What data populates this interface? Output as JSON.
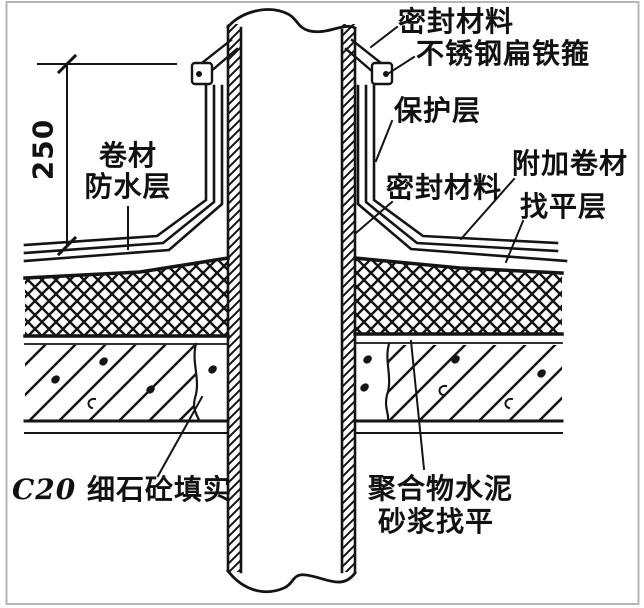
{
  "diagram": {
    "labels": {
      "seal_top": "密封材料",
      "steel_hoop": "不锈钢扁铁箍",
      "protective_layer": "保护层",
      "membrane_line1": "卷材",
      "membrane_line2": "防水层",
      "seal_mid": "密封材料",
      "additional_membrane": "附加卷材",
      "leveling_layer": "找平层",
      "c20_code": "C20",
      "c20_text": "细石砼填实",
      "polymer_line1": "聚合物水泥",
      "polymer_line2": "砂浆找平"
    },
    "dimension": {
      "value": "250"
    },
    "colors": {
      "ink": "#141414",
      "background": "#ffffff",
      "frame": "#b5b5b5"
    }
  }
}
